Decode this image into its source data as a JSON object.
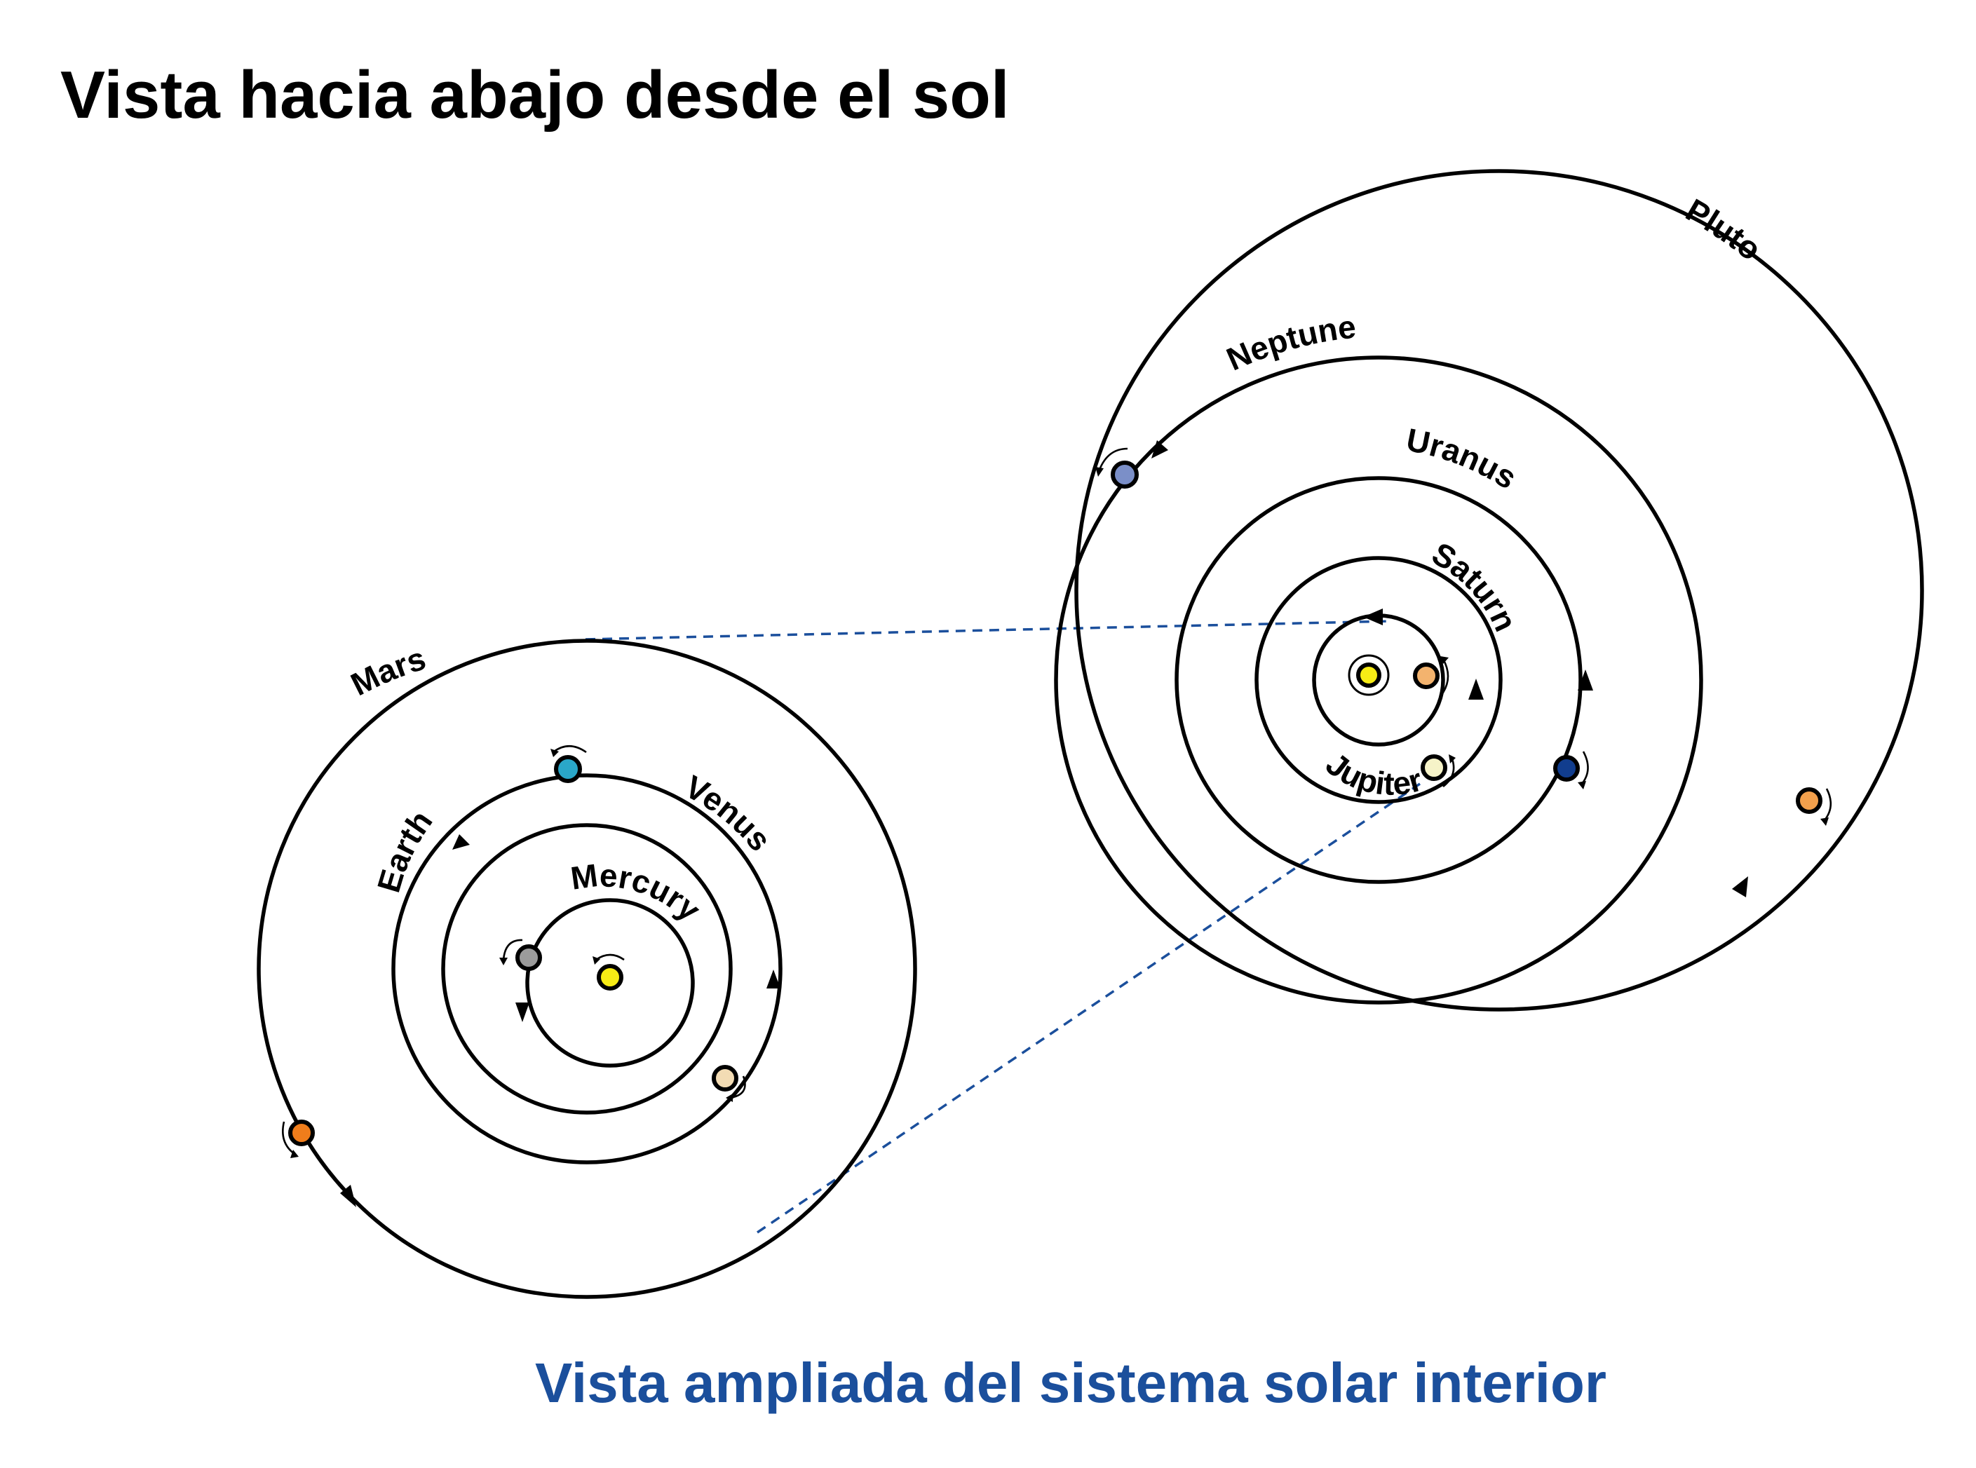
{
  "title": "Vista hacia abajo desde el sol",
  "caption": "Vista ampliada del sistema solar interior",
  "colors": {
    "caption": "#1b4f9c",
    "guide_lines": "#1b4f9c",
    "sun": "#f7ec15",
    "mercury": "#9b9b9b",
    "venus": "#f3dcb4",
    "earth": "#2aa7c8",
    "mars": "#f07d1b",
    "jupiter": "#f6f3c8",
    "saturn": "#f3b36e",
    "uranus": "#7b8fc8",
    "neptune": "#113d8e",
    "pluto": "#f3a04c"
  },
  "inner_view": {
    "labels": {
      "mercury": "Mercury",
      "venus": "Venus",
      "earth": "Earth",
      "mars": "Mars"
    }
  },
  "outer_view": {
    "labels": {
      "jupiter": "Jupiter",
      "saturn": "Saturn",
      "uranus": "Uranus",
      "neptune": "Neptune",
      "pluto": "Pluto"
    }
  }
}
